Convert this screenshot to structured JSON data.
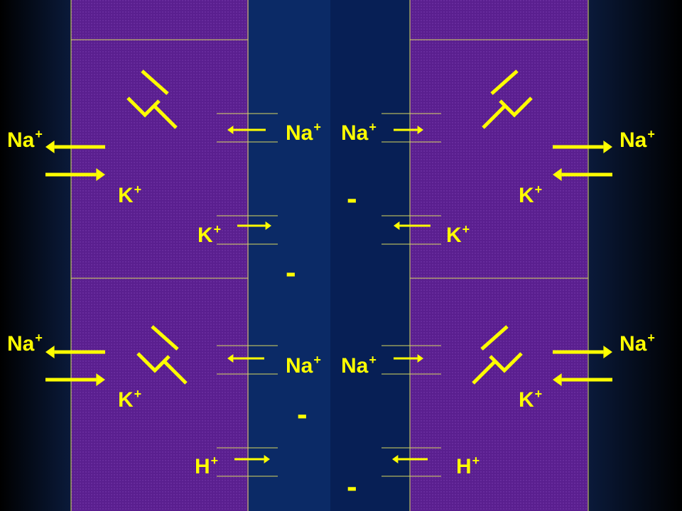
{
  "colors": {
    "background_edge": "#000000",
    "cell": "#5a1f8f",
    "lumen": "#0b2a66",
    "membrane_line": "#d8d860",
    "arrow": "#ffff00",
    "label": "#ffff00"
  },
  "ions": {
    "na": {
      "base": "Na",
      "charge": "+"
    },
    "k": {
      "base": "K",
      "charge": "+"
    },
    "h": {
      "base": "H",
      "charge": "+"
    }
  },
  "lumen_charge": "-"
}
